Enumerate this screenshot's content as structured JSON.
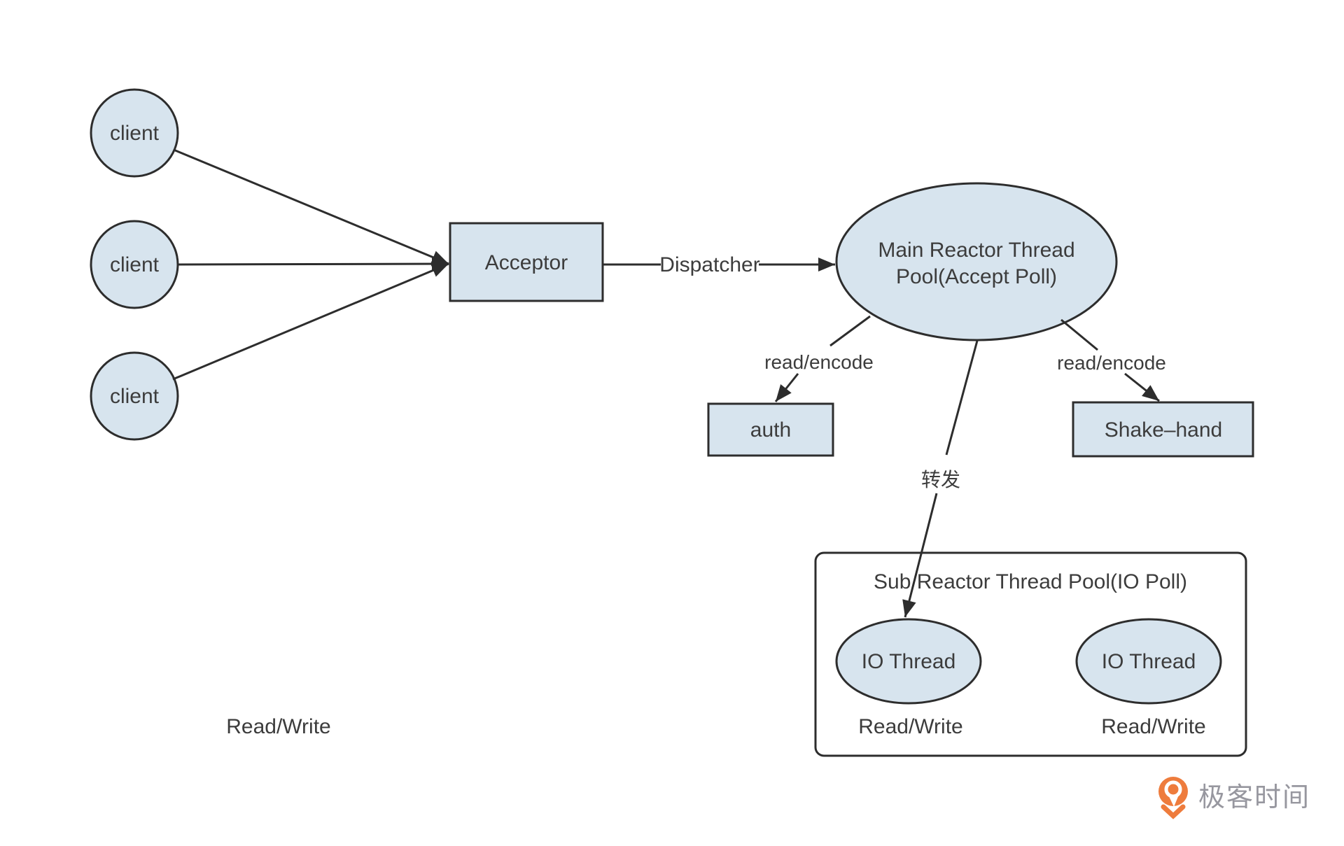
{
  "colors": {
    "background": "#ffffff",
    "node_fill": "#d7e4ee",
    "stroke": "#2d2d2d",
    "text": "#3c3c3c",
    "logo_orange": "#ee7c3d",
    "logo_text_gray": "#97979f"
  },
  "diagram": {
    "clients": [
      "client",
      "client",
      "client"
    ],
    "acceptor_label": "Acceptor",
    "dispatcher_label": "Dispatcher",
    "main_reactor": {
      "line1": "Main Reactor Thread",
      "line2": "Pool(Accept Poll)"
    },
    "read_encode_left": "read/encode",
    "read_encode_right": "read/encode",
    "auth_label": "auth",
    "shake_hand_label": "Shake–hand",
    "forward_label": "转发",
    "sub_reactor": {
      "title": "Sub Reactor Thread Pool(IO Poll)",
      "io_thread_left": "IO Thread",
      "io_thread_right": "IO Thread",
      "read_write_left": "Read/Write",
      "read_write_right": "Read/Write"
    },
    "standalone_read_write": "Read/Write"
  },
  "footer": {
    "logo_text": "极客时间"
  }
}
